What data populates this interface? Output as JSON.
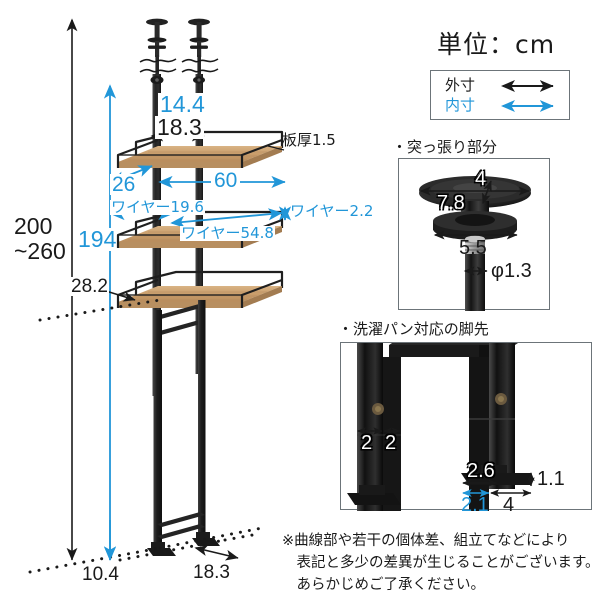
{
  "title_block": {
    "unit_label": "単位：cm",
    "legend": {
      "outer_label": "外寸",
      "inner_label": "内寸"
    }
  },
  "colors": {
    "outer_black": "#1a1a1a",
    "inner_blue": "#2196d8",
    "wood": "#c49a6c",
    "metal": "#2a2a2a",
    "panel_border": "#6c7479"
  },
  "main_diagram": {
    "height_total": "200\n~260",
    "height_total_line1": "200",
    "height_total_line2": "~260",
    "height_inner": "194",
    "bottom_shelf_height": "28.2",
    "pole_inner_width": "14.4",
    "pole_outer_width": "18.3",
    "shelf_depth": "26",
    "shelf_width": "60",
    "board_thickness": "板厚1.5",
    "wire_depth": "ワイヤー19.6",
    "wire_width": "ワイヤー54.8",
    "wire_height": "ワイヤー2.2",
    "base_depth": "10.4",
    "base_width": "18.3"
  },
  "panel_tension": {
    "title": "・突っ張り部分",
    "cap_diameter": "7.8",
    "cap_height": "4",
    "grip_width": "5.5",
    "pole_diameter": "φ1.3"
  },
  "panel_foot": {
    "title": "・洗濯パン対応の脚先",
    "leg_width_left": "2",
    "leg_width_right": "2",
    "foot_length": "2.6",
    "foot_height": "1.1",
    "foot_inner": "2.1",
    "foot_outer": "4"
  },
  "footer_note": {
    "line1": "※曲線部や若干の個体差、組立てなどにより",
    "line2": "　表記と多少の差異が生じることがございます。",
    "line3": "　あらかじめご了承ください。"
  }
}
